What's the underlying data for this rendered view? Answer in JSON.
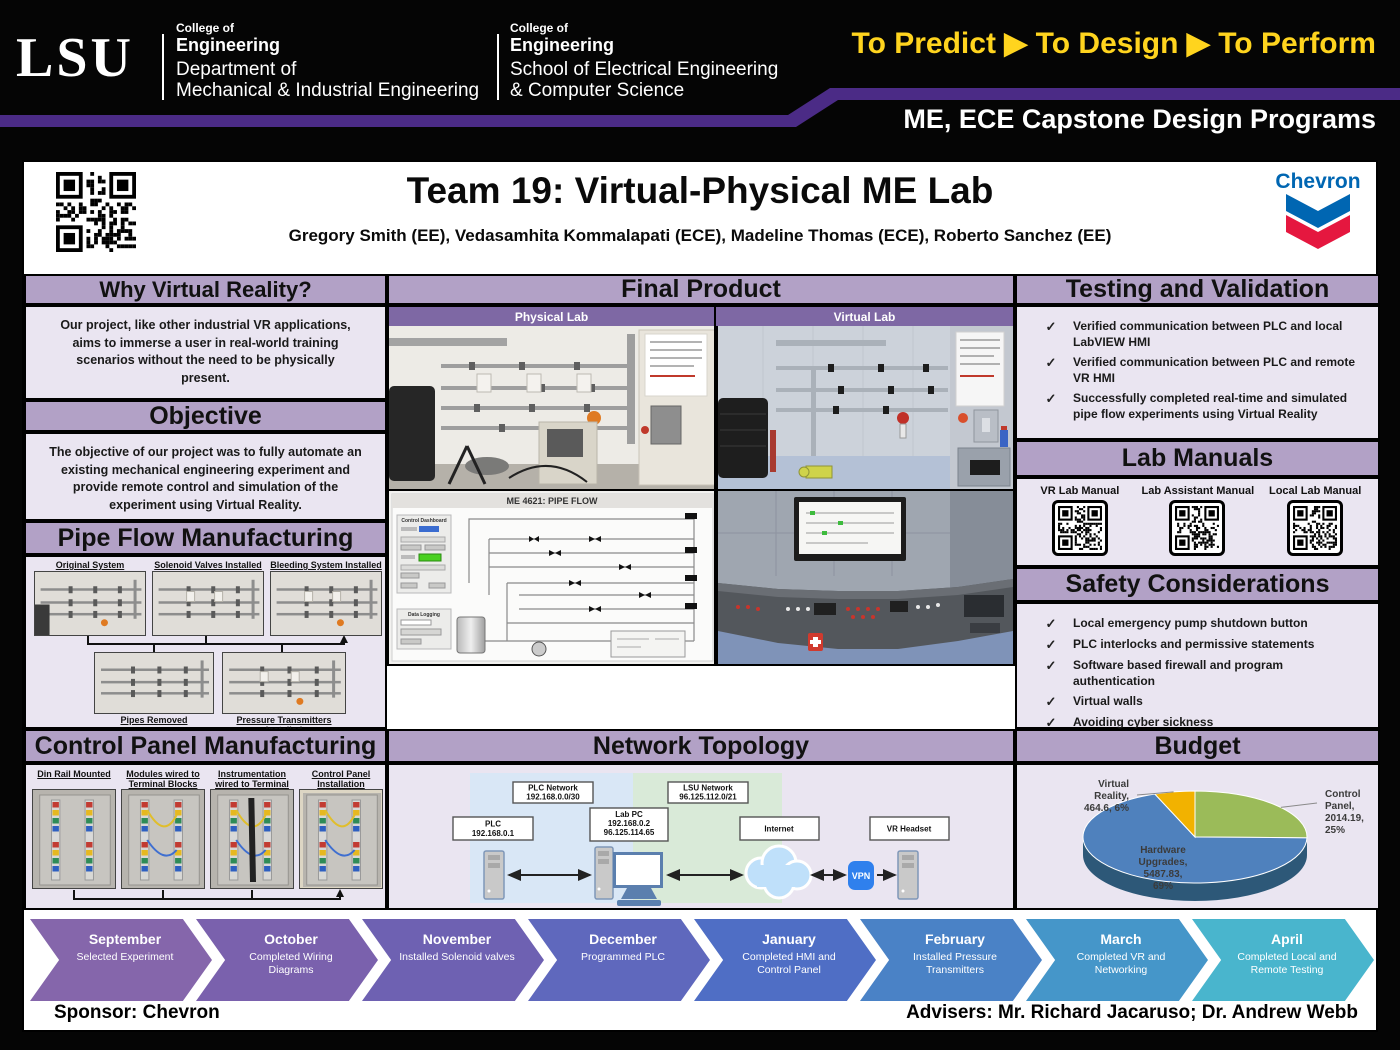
{
  "header": {
    "lsu_logo": "LSU",
    "brand_mie": {
      "college": "College of",
      "college_bold": "Engineering",
      "line1": "Department of",
      "line2": "Mechanical & Industrial Engineering"
    },
    "brand_ece": {
      "college": "College of",
      "college_bold": "Engineering",
      "line1": "School of Electrical Engineering",
      "line2": "& Computer Science"
    },
    "motto": "To Predict ▶ To Design ▶ To Perform",
    "motto_color": "#FFD41E",
    "stripe_color": "#4b2b86",
    "program_label": "ME, ECE Capstone Design Programs"
  },
  "poster": {
    "title": "Team 19: Virtual-Physical ME Lab",
    "authors": "Gregory Smith (EE), Vedasamhita Kommalapati (ECE), Madeline Thomas (ECE), Roberto Sanchez (EE)",
    "chevron_logo_text": "Chevron",
    "chevron_blue": "#0066b2",
    "chevron_red": "#e5173f"
  },
  "left": {
    "why_vr": {
      "title": "Why Virtual Reality?",
      "body": "Our project, like other industrial VR applications, aims to immerse a user in real-world training scenarios without the need to be physically present."
    },
    "objective": {
      "title": "Objective",
      "body": "The objective of our project was to fully automate an existing mechanical engineering experiment and provide remote control and simulation of the experiment using Virtual Reality."
    },
    "pipe_flow": {
      "title": "Pipe Flow Manufacturing",
      "photos_top": [
        "Original System",
        "Solenoid Valves Installed",
        "Bleeding System Installed"
      ],
      "photos_bottom": [
        "Pipes Removed",
        "Pressure Transmitters Installed"
      ]
    },
    "control_panel": {
      "title": "Control Panel Manufacturing",
      "photos": [
        "Din Rail Mounted",
        "Modules wired to Terminal Blocks",
        "Instrumentation wired to Terminal Blocks",
        "Control Panel Installation Completed"
      ]
    }
  },
  "middle": {
    "final_product": {
      "title": "Final Product",
      "sub_left": "Physical Lab",
      "sub_right": "Virtual Lab",
      "hmi_title": "ME 4621: PIPE FLOW",
      "hmi_panel1": "Control Dashboard",
      "hmi_panel2": "Data Logging"
    },
    "network": {
      "title": "Network Topology",
      "zones": [
        {
          "label": "PLC Network",
          "sub": "192.168.0.0/30",
          "color": "#d9e7f6"
        },
        {
          "label": "LSU Network",
          "sub": "96.125.112.0/21",
          "color": "#d9ead8"
        }
      ],
      "nodes": [
        {
          "label": "PLC",
          "sub": "192.168.0.1"
        },
        {
          "label": "Lab PC",
          "sub": "192.168.0.2",
          "sub2": "96.125.114.65"
        },
        {
          "label": "Internet"
        },
        {
          "label": "VR Headset"
        }
      ],
      "vpn_label": "VPN",
      "vpn_color": "#2f80ed"
    }
  },
  "right": {
    "testing": {
      "title": "Testing and Validation",
      "items": [
        "Verified communication between PLC and local LabVIEW HMI",
        "Verified communication between PLC and remote VR HMI",
        "Successfully completed real-time and simulated pipe flow experiments using Virtual Reality"
      ]
    },
    "manuals": {
      "title": "Lab Manuals",
      "items": [
        "VR Lab Manual",
        "Lab Assistant Manual",
        "Local Lab Manual"
      ]
    },
    "safety": {
      "title": "Safety Considerations",
      "items": [
        "Local emergency pump shutdown button",
        "PLC interlocks and permissive statements",
        "Software based firewall and program authentication",
        "Virtual walls",
        "Avoiding cyber sickness"
      ]
    },
    "budget": {
      "title": "Budget"
    }
  },
  "chart_data": {
    "type": "pie",
    "title": "Budget",
    "labels": [
      "Hardware Upgrades",
      "Control Panel",
      "Virtual Reality"
    ],
    "values": [
      5487.83,
      2014.19,
      464.6
    ],
    "percents": [
      69,
      25,
      6
    ],
    "colors": [
      "#4f81bd",
      "#9bbb59",
      "#f2b200"
    ],
    "rim_color": "#2d5878",
    "label_lines": [
      [
        "Hardware",
        "Upgrades,",
        "5487.83,",
        "69%"
      ],
      [
        "Control",
        "Panel,",
        "2014.19,",
        "25%"
      ],
      [
        "Virtual",
        "Reality,",
        "464.6, 6%"
      ]
    ],
    "style": "3d-pie",
    "legend": "none"
  },
  "timeline": {
    "items": [
      {
        "month": "September",
        "desc": "Selected Experiment",
        "color": "#8566ab"
      },
      {
        "month": "October",
        "desc": "Completed Wiring Diagrams",
        "color": "#7a61ad"
      },
      {
        "month": "November",
        "desc": "Installed Solenoid valves",
        "color": "#6e61b2"
      },
      {
        "month": "December",
        "desc": "Programmed PLC",
        "color": "#5f68bd"
      },
      {
        "month": "January",
        "desc": "Completed HMI and Control Panel",
        "color": "#4f6ec5"
      },
      {
        "month": "February",
        "desc": "Installed Pressure Transmitters",
        "color": "#4a82c6"
      },
      {
        "month": "March",
        "desc": "Completed VR and Networking",
        "color": "#4596c9"
      },
      {
        "month": "April",
        "desc": "Completed Local and Remote Testing",
        "color": "#49b5cd"
      }
    ]
  },
  "footer": {
    "sponsor": "Sponsor: Chevron",
    "advisers": "Advisers: Mr. Richard Jacaruso; Dr. Andrew Webb"
  }
}
